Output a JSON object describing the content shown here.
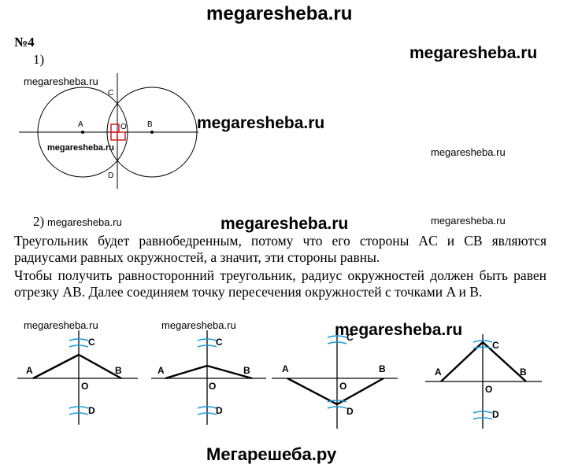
{
  "header": {
    "site": "megaresheba.ru"
  },
  "problem": {
    "number": "№4",
    "part1_label": "1)",
    "part2_label": "2)"
  },
  "figure1_points": {
    "a": "A",
    "b": "B",
    "c": "C",
    "d": "D",
    "o": "O"
  },
  "text": {
    "paragraph1": "Треугольник будет равнобедренным, потому что его стороны AC и CB являются радиусами равных окружностей, а значит, эти стороны равны.",
    "paragraph2": "Чтобы получить равносторонний треугольник, радиус окружностей должен быть равен отрезку AB. Далее соединяем точку пересечения окружностей с точками A и B."
  },
  "diagram_points": {
    "a": "A",
    "b": "B",
    "c": "C",
    "d": "D",
    "o": "O"
  },
  "watermarks": {
    "w1": "megaresheba.ru",
    "w2": "megaresheba.ru",
    "w3": "megaresheba.ru",
    "w4": "megaresheba.ru",
    "w5": "megaresheba.ru",
    "w6": "megaresheba.ru",
    "w7": "megaresheba.ru",
    "w8": "megaresheba.ru",
    "w9": "megaresheba.ru",
    "w10": "megaresheba.ru",
    "w11": "megaresheba.ru"
  },
  "footer": {
    "site": "Мегарешеба.ру"
  },
  "colors": {
    "mark": "#1a9be0",
    "square": "#d02020"
  }
}
